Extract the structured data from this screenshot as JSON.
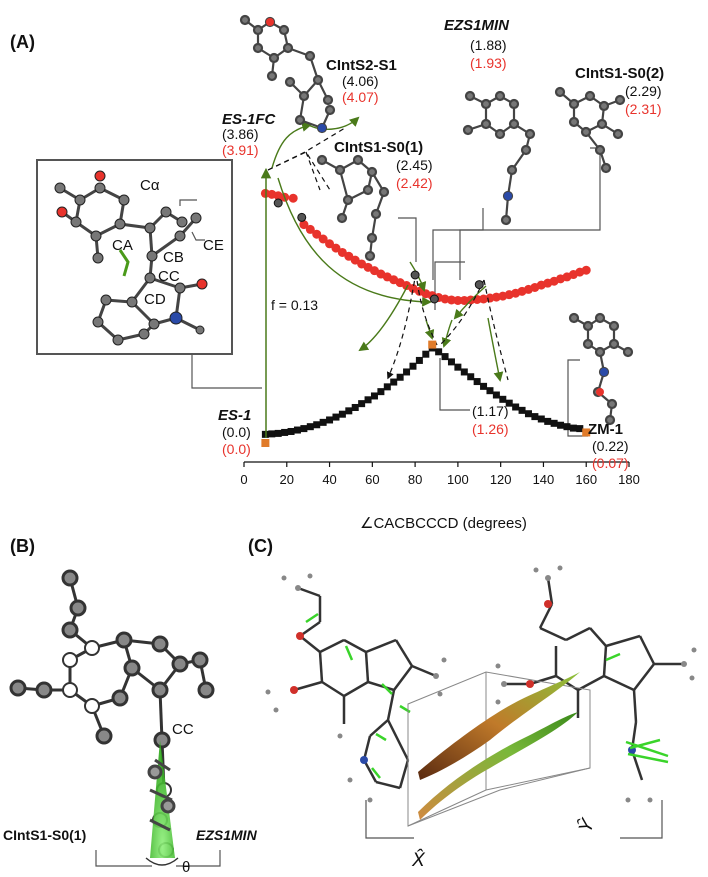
{
  "panels": {
    "a": "(A)",
    "b": "(B)",
    "c": "(C)"
  },
  "colors": {
    "s1": "#e8332c",
    "s0": "#111111",
    "marker": "#e07b2a",
    "arrow": "#4a7a1a",
    "accent_red": "#e8332c"
  },
  "panel_a": {
    "inset_labels": [
      "Cα",
      "CE",
      "CA",
      "CB",
      "CC",
      "CD"
    ],
    "f_label": "f = 0.13",
    "labels": {
      "es1": {
        "name": "ES-1",
        "black": "(0.0)",
        "red": "(0.0)"
      },
      "esfc": {
        "name": "ES-1FC",
        "black": "(3.86)",
        "red": "(3.91)"
      },
      "cint_s2s1": {
        "name": "CIntS2-S1",
        "black": "(4.06)",
        "red": "(4.07)"
      },
      "cint_s1s0_1": {
        "name": "CIntS1-S0(1)",
        "black": "(2.45)",
        "red": "(2.42)"
      },
      "ez_s1min": {
        "name": "EZS1MIN",
        "black": "(1.88)",
        "red": "(1.93)"
      },
      "cint_s1s0_2": {
        "name": "CIntS1-S0(2)",
        "black": "(2.29)",
        "red": "(2.31)"
      },
      "ts": {
        "black": "(1.17)",
        "red": "(1.26)"
      },
      "zm1": {
        "name": "ZM-1",
        "black": "(0.22)",
        "red": "(0.07)"
      }
    },
    "chart_data": {
      "type": "scatter",
      "xlabel": "∠CACBCCCD (degrees)",
      "xlim": [
        0,
        180
      ],
      "xticks": [
        0,
        20,
        40,
        60,
        80,
        100,
        120,
        140,
        160,
        180
      ],
      "series": [
        {
          "values": [
            [
              10,
              0.18
            ],
            [
              13,
              0.19
            ],
            [
              16,
              0.2
            ],
            [
              19,
              0.22
            ],
            [
              22,
              0.24
            ],
            [
              25,
              0.27
            ],
            [
              28,
              0.3
            ],
            [
              31,
              0.34
            ],
            [
              34,
              0.38
            ],
            [
              37,
              0.43
            ],
            [
              40,
              0.48
            ],
            [
              43,
              0.54
            ],
            [
              46,
              0.6
            ],
            [
              49,
              0.67
            ],
            [
              52,
              0.74
            ],
            [
              55,
              0.82
            ],
            [
              58,
              0.9
            ],
            [
              61,
              0.98
            ],
            [
              64,
              1.07
            ],
            [
              67,
              1.17
            ],
            [
              70,
              1.27
            ],
            [
              73,
              1.37
            ],
            [
              76,
              1.48
            ],
            [
              79,
              1.6
            ],
            [
              82,
              1.72
            ],
            [
              85,
              1.85
            ],
            [
              88,
              1.98
            ],
            [
              91,
              1.9
            ],
            [
              94,
              1.8
            ],
            [
              97,
              1.69
            ],
            [
              100,
              1.58
            ],
            [
              103,
              1.48
            ],
            [
              106,
              1.38
            ],
            [
              109,
              1.28
            ],
            [
              112,
              1.18
            ],
            [
              115,
              1.09
            ],
            [
              118,
              1.0
            ],
            [
              121,
              0.91
            ],
            [
              124,
              0.83
            ],
            [
              127,
              0.75
            ],
            [
              130,
              0.68
            ],
            [
              133,
              0.61
            ],
            [
              136,
              0.55
            ],
            [
              139,
              0.5
            ],
            [
              142,
              0.45
            ],
            [
              145,
              0.41
            ],
            [
              148,
              0.37
            ],
            [
              151,
              0.34
            ],
            [
              154,
              0.31
            ],
            [
              157,
              0.3
            ]
          ]
        },
        {
          "values": [
            [
              10,
              5.2
            ],
            [
              13,
              5.18
            ],
            [
              16,
              5.15
            ],
            [
              19,
              5.12
            ],
            [
              23,
              5.1
            ],
            [
              28,
              4.55
            ],
            [
              31,
              4.45
            ],
            [
              34,
              4.35
            ],
            [
              37,
              4.25
            ],
            [
              40,
              4.15
            ],
            [
              43,
              4.06
            ],
            [
              46,
              3.97
            ],
            [
              49,
              3.89
            ],
            [
              52,
              3.81
            ],
            [
              55,
              3.73
            ],
            [
              58,
              3.66
            ],
            [
              61,
              3.59
            ],
            [
              64,
              3.52
            ],
            [
              67,
              3.46
            ],
            [
              70,
              3.4
            ],
            [
              73,
              3.34
            ],
            [
              76,
              3.28
            ],
            [
              79,
              3.22
            ],
            [
              82,
              3.16
            ],
            [
              85,
              3.11
            ],
            [
              88,
              3.07
            ],
            [
              91,
              3.03
            ],
            [
              94,
              3.0
            ],
            [
              97,
              2.98
            ],
            [
              100,
              2.97
            ],
            [
              103,
              2.97
            ],
            [
              106,
              2.98
            ],
            [
              109,
              2.99
            ],
            [
              112,
              3.0
            ],
            [
              115,
              3.02
            ],
            [
              118,
              3.04
            ],
            [
              121,
              3.06
            ],
            [
              124,
              3.09
            ],
            [
              127,
              3.12
            ],
            [
              130,
              3.16
            ],
            [
              133,
              3.2
            ],
            [
              136,
              3.24
            ],
            [
              139,
              3.29
            ],
            [
              142,
              3.33
            ],
            [
              145,
              3.37
            ],
            [
              148,
              3.42
            ],
            [
              151,
              3.46
            ],
            [
              154,
              3.51
            ],
            [
              157,
              3.56
            ],
            [
              160,
              3.6
            ]
          ]
        }
      ],
      "highlights": [
        [
          10,
          0.0
        ],
        [
          88,
          2.05
        ],
        [
          160,
          0.22
        ]
      ],
      "ci_points": [
        [
          80,
          3.5
        ],
        [
          89,
          3.0
        ],
        [
          110,
          3.3
        ],
        [
          27,
          4.7
        ],
        [
          16,
          5.0
        ]
      ]
    }
  },
  "panel_b": {
    "cc_label": "CC",
    "left": "CIntS1-S0(1)",
    "right": "EZS1MIN",
    "theta": "θ"
  },
  "panel_c": {
    "x_label": "X̂",
    "y_label": "Ŷ"
  }
}
